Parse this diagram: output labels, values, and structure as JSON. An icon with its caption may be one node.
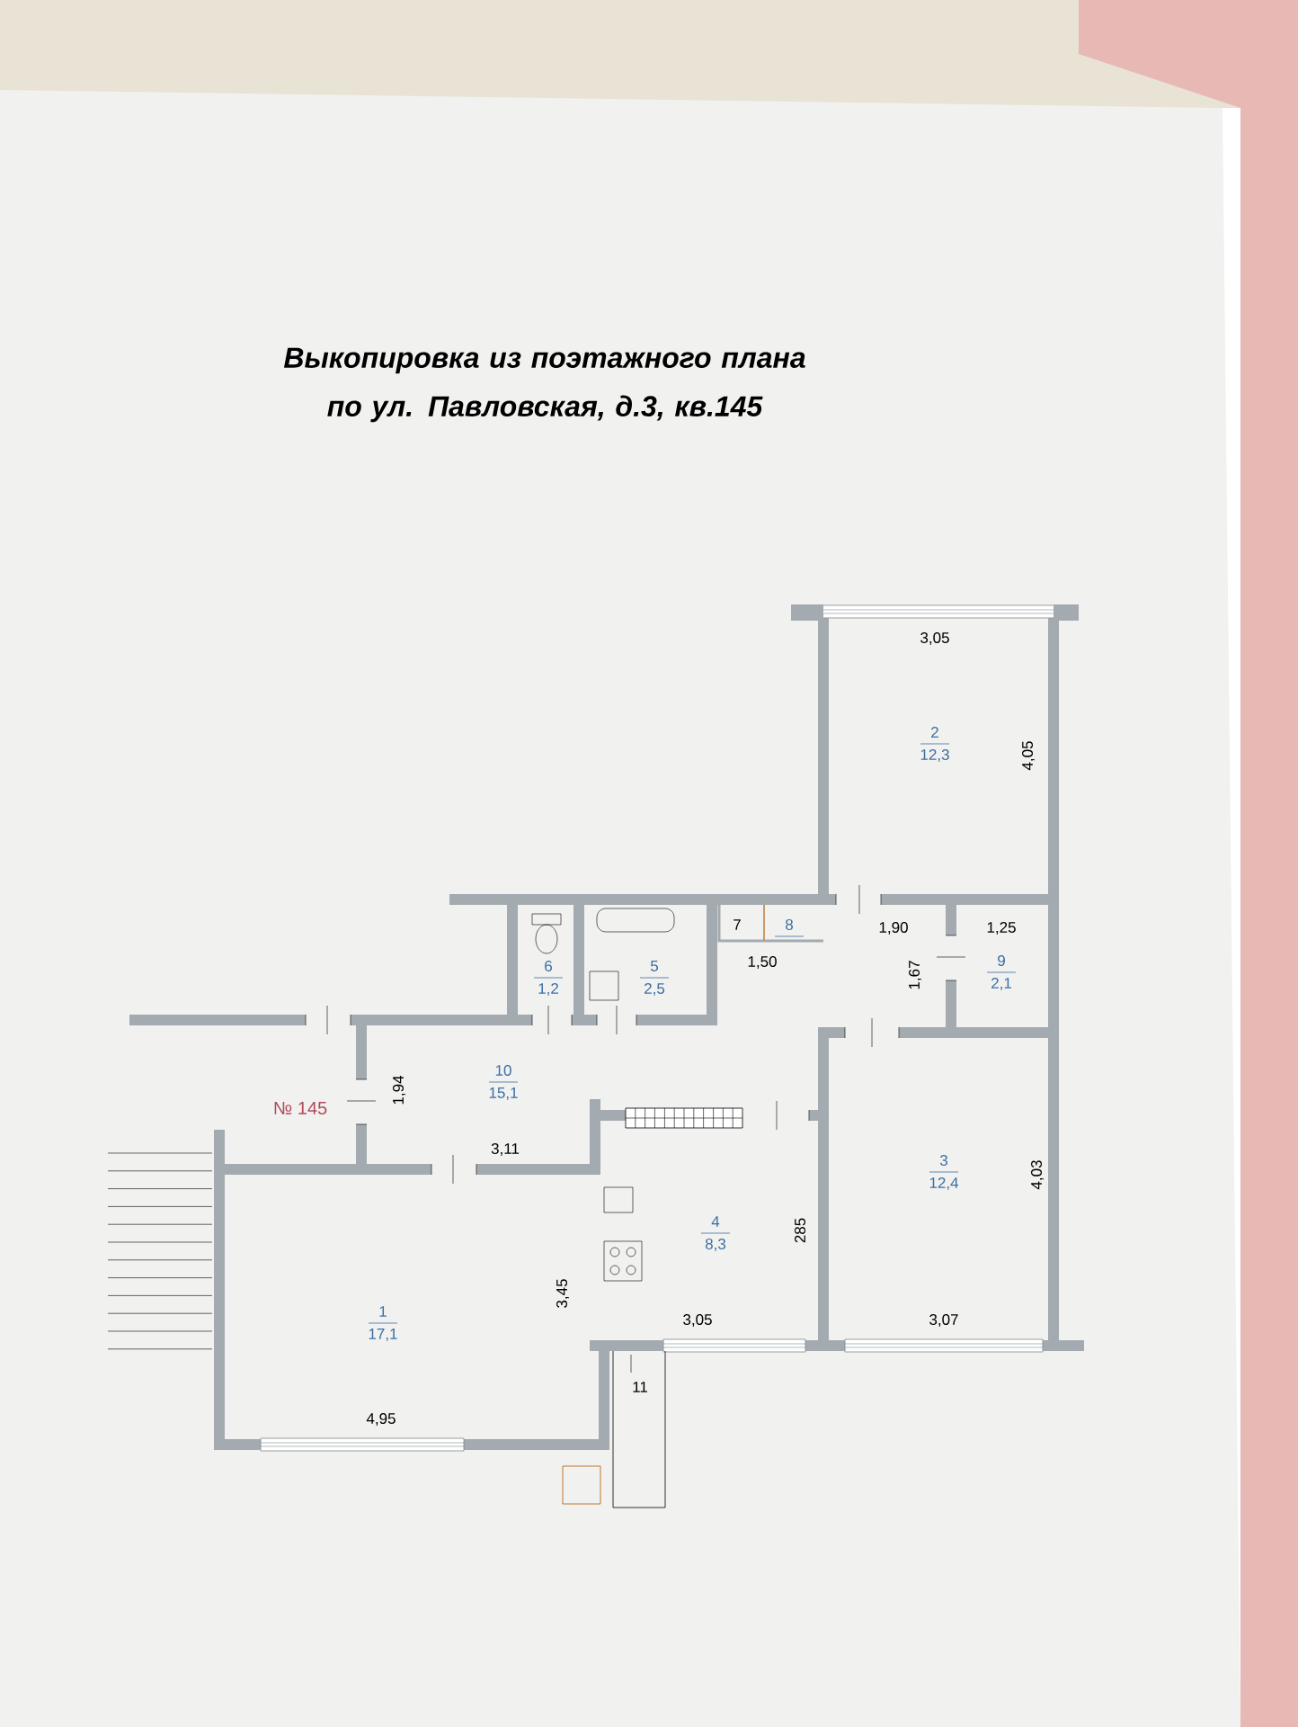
{
  "diagram": {
    "title": "Выкопировка из поэтажного плана по ул. Павловская, д.3, кв.145",
    "labels": [
      "3,05",
      "2",
      "12,3",
      "4,05",
      "7",
      "8",
      "1,90",
      "1,25",
      "6",
      "5",
      "1,50",
      "1,67",
      "9",
      "1,2",
      "2,5",
      "2,1",
      "10",
      "15,1",
      "1,94",
      "№ 145",
      "3,11",
      "3",
      "12,4",
      "4,03",
      "4",
      "8,3",
      "285",
      "1",
      "17,1",
      "3,45",
      "3,05",
      "3,07",
      "11",
      "4,95"
    ]
  }
}
